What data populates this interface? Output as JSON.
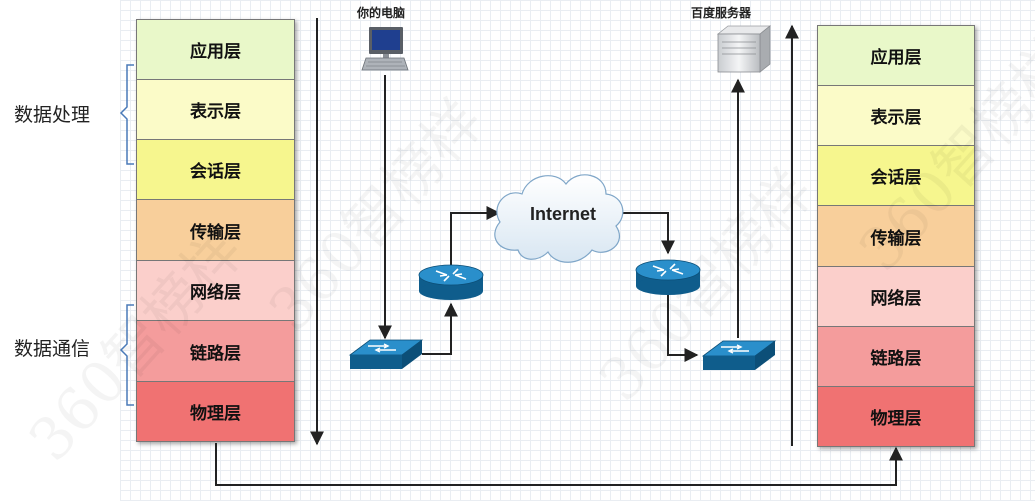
{
  "left_stack": {
    "layers": [
      {
        "name": "应用层",
        "color": "#e9f8c9"
      },
      {
        "name": "表示层",
        "color": "#fbfbc8"
      },
      {
        "name": "会话层",
        "color": "#f6f68e"
      },
      {
        "name": "传输层",
        "color": "#f8cf9b"
      },
      {
        "name": "网络层",
        "color": "#fbcfcb"
      },
      {
        "name": "链路层",
        "color": "#f49c9c"
      },
      {
        "name": "物理层",
        "color": "#f07272"
      }
    ]
  },
  "right_stack": {
    "layers": [
      {
        "name": "应用层",
        "color": "#e9f8c9"
      },
      {
        "name": "表示层",
        "color": "#fbfbc8"
      },
      {
        "name": "会话层",
        "color": "#f6f68e"
      },
      {
        "name": "传输层",
        "color": "#f8cf9b"
      },
      {
        "name": "网络层",
        "color": "#fbcfcb"
      },
      {
        "name": "链路层",
        "color": "#f49c9c"
      },
      {
        "name": "物理层",
        "color": "#f07272"
      }
    ]
  },
  "groups": {
    "data_processing": "数据处理",
    "data_communication": "数据通信"
  },
  "nodes": {
    "your_computer": "你的电脑",
    "baidu_server": "百度服务器",
    "internet": "Internet"
  },
  "watermark": "360智榜样",
  "colors": {
    "device_blue": "#1e7fb8",
    "device_dark": "#0f5d8c",
    "arrow": "#222222",
    "brace": "#4a7ab8"
  }
}
